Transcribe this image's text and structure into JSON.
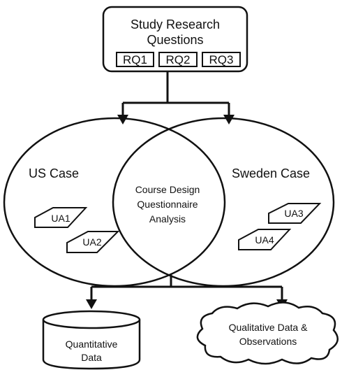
{
  "top_box": {
    "title_line1": "Study Research",
    "title_line2": "Questions",
    "rq": [
      "RQ1",
      "RQ2",
      "RQ3"
    ]
  },
  "left_case": {
    "title": "US Case",
    "ua": [
      "UA1",
      "UA2"
    ]
  },
  "right_case": {
    "title": "Sweden Case",
    "ua": [
      "UA3",
      "UA4"
    ]
  },
  "overlap": {
    "line1": "Course Design",
    "line2": "Questionnaire",
    "line3": "Analysis"
  },
  "outputs": {
    "quantitative_line1": "Quantitative",
    "quantitative_line2": "Data",
    "qualitative_line1": "Qualitative Data &",
    "qualitative_line2": "Observations"
  }
}
